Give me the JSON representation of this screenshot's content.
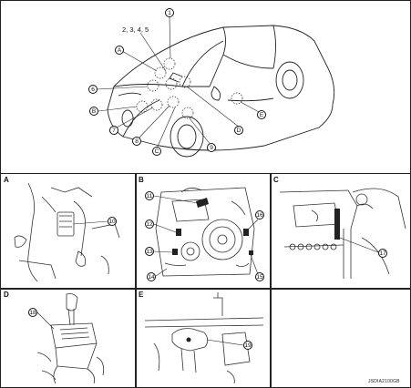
{
  "top": {
    "callout_1": "1",
    "callout_group": "2, 3, 4, 5",
    "letter_a": "A",
    "letter_b": "B",
    "letter_c": "C",
    "letter_d": "D",
    "letter_e": "E",
    "callout_6": "6",
    "callout_7": "7",
    "callout_8": "8",
    "callout_9": "9"
  },
  "panels": {
    "a": {
      "label": "A",
      "callout": "10"
    },
    "b": {
      "label": "B",
      "callout_11": "11",
      "callout_12": "12",
      "callout_13": "13",
      "callout_14": "14",
      "callout_15": "15",
      "callout_16": "16"
    },
    "c": {
      "label": "C",
      "callout": "17"
    },
    "d": {
      "label": "D",
      "callout": "18"
    },
    "e": {
      "label": "E",
      "callout": "19"
    }
  },
  "figure_code": "JSDIA2100GB"
}
